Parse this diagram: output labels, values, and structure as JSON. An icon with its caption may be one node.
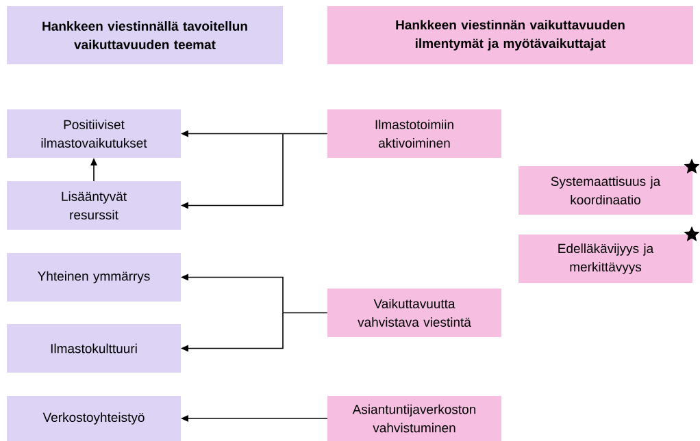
{
  "diagram": {
    "nodes": [
      {
        "text": [
          "Hankkeen viestinnällä tavoitellun vaikuttavuuden teemat"
        ]
      },
      {
        "text": [
          "Hankkeen viestinnän vaikuttavuuden ilmentymät ja myötävaikuttajat"
        ]
      },
      {
        "text": [
          "Positiiviset ilmastovaikutukset"
        ]
      },
      {
        "text": [
          "Lisääntyvät resurssit"
        ]
      },
      {
        "text": [
          "Yhteinen ymmärrys"
        ]
      },
      {
        "text": [
          "Ilmastokulttuuri"
        ]
      },
      {
        "text": [
          "Verkostoyhteistyö"
        ]
      },
      {
        "text": [
          "Ilmastotoimiin aktivoiminen"
        ]
      },
      {
        "text": [
          "Systemaattisuus ja koordinaatio"
        ]
      },
      {
        "text": [
          "Edelläkävijyys ja merkittävyys"
        ]
      },
      {
        "text": [
          "Vaikuttavuutta vahvistava viestintä"
        ]
      },
      {
        "text": [
          "Asiantuntijaverkoston vahvistuminen"
        ]
      }
    ],
    "edges": [
      {
        "from": 7,
        "to": 2,
        "arrow": "to"
      },
      {
        "from": 7,
        "to": 3,
        "arrow": "to"
      },
      {
        "from": 3,
        "to": 2,
        "arrow": "to"
      },
      {
        "from": 10,
        "to": 4,
        "arrow": "to"
      },
      {
        "from": 10,
        "to": 5,
        "arrow": "to"
      },
      {
        "from": 11,
        "to": 6,
        "arrow": "to"
      }
    ]
  }
}
